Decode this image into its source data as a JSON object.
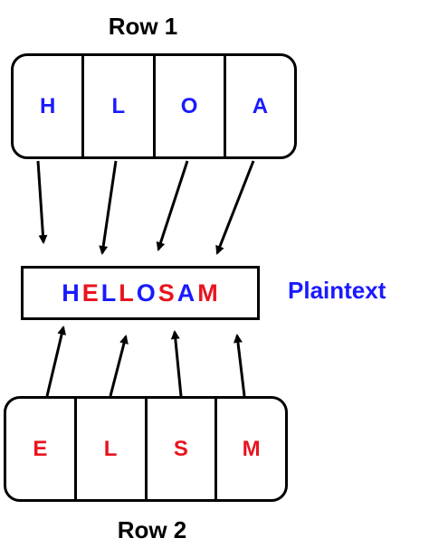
{
  "colors": {
    "blue": "#1a1aff",
    "red": "#e8141e",
    "black": "#000000"
  },
  "row1": {
    "label": "Row 1",
    "letters": [
      {
        "char": "H",
        "color": "#1a1aff"
      },
      {
        "char": "L",
        "color": "#1a1aff"
      },
      {
        "char": "O",
        "color": "#1a1aff"
      },
      {
        "char": "A",
        "color": "#1a1aff"
      }
    ]
  },
  "row2": {
    "label": "Row 2",
    "letters": [
      {
        "char": "E",
        "color": "#e8141e"
      },
      {
        "char": "L",
        "color": "#e8141e"
      },
      {
        "char": "S",
        "color": "#e8141e"
      },
      {
        "char": "M",
        "color": "#e8141e"
      }
    ]
  },
  "plaintext": {
    "label": "Plaintext",
    "label_color": "#1a1aff",
    "letters": [
      {
        "char": "H",
        "color": "#1a1aff"
      },
      {
        "char": "E",
        "color": "#e8141e"
      },
      {
        "char": "L",
        "color": "#1a1aff"
      },
      {
        "char": "L",
        "color": "#e8141e"
      },
      {
        "char": "O",
        "color": "#1a1aff"
      },
      {
        "char": "S",
        "color": "#e8141e"
      },
      {
        "char": "A",
        "color": "#1a1aff"
      },
      {
        "char": "M",
        "color": "#e8141e"
      }
    ]
  }
}
